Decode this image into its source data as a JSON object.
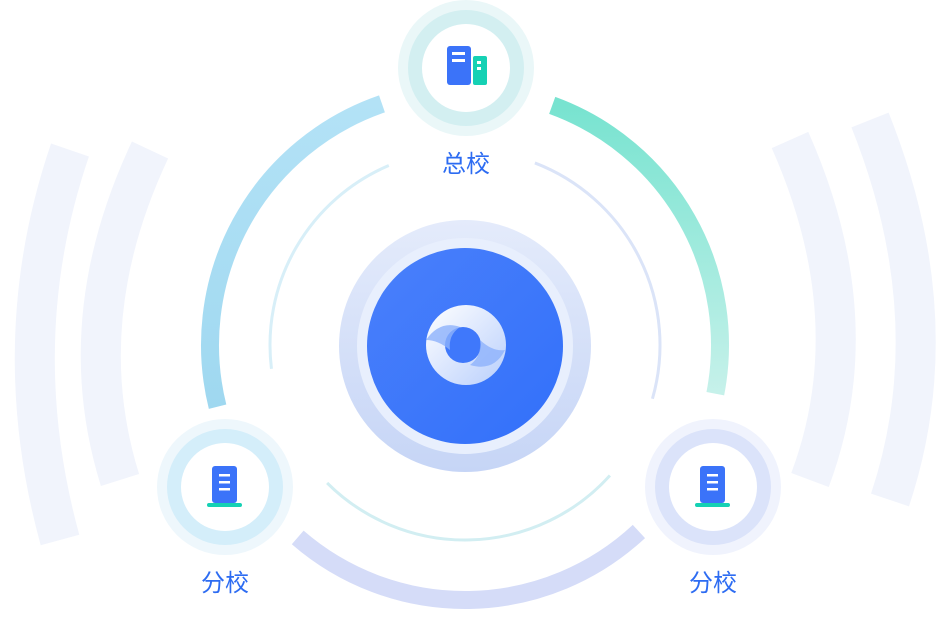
{
  "nodes": {
    "headquarters": {
      "label": "总校",
      "icon": "buildings-icon"
    },
    "branch_left": {
      "label": "分校",
      "icon": "building-icon"
    },
    "branch_right": {
      "label": "分校",
      "icon": "building-icon"
    }
  },
  "center": {
    "icon": "swirl-logo-icon"
  },
  "colors": {
    "primary": "#3a74fb",
    "teal": "#15d1b4",
    "label": "#2d6cf2",
    "arc_left": "#a9def5",
    "arc_right": "#7fe3d3",
    "arc_bottom": "#d5dcf8"
  }
}
